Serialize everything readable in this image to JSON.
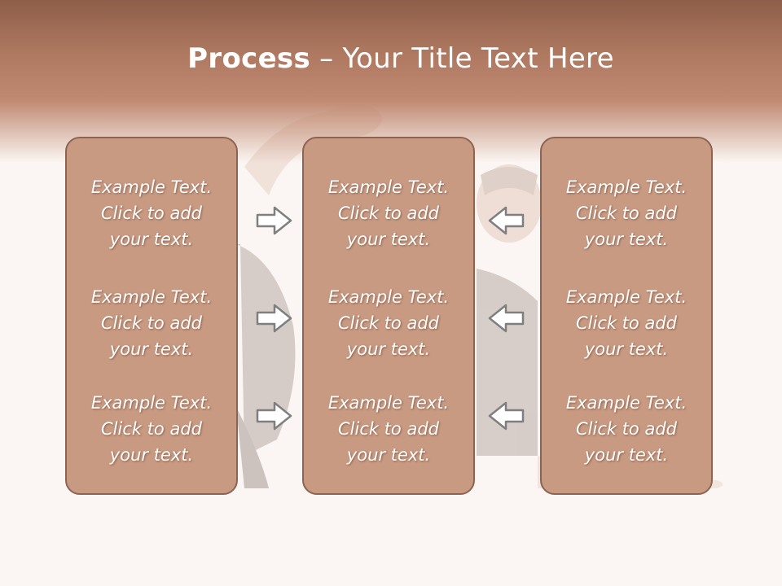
{
  "slide": {
    "title_bold": "Process",
    "title_rest": " – Your Title Text Here"
  },
  "columns": [
    {
      "blocks": [
        {
          "line1": "Example Text.",
          "line2": "Click  to add",
          "line3": "your text."
        },
        {
          "line1": "Example Text.",
          "line2": "Click  to add",
          "line3": "your text."
        },
        {
          "line1": "Example Text.",
          "line2": "Click  to add",
          "line3": "your text."
        }
      ]
    },
    {
      "blocks": [
        {
          "line1": "Example Text.",
          "line2": "Click  to add",
          "line3": "your text."
        },
        {
          "line1": "Example Text.",
          "line2": "Click  to add",
          "line3": "your text."
        },
        {
          "line1": "Example Text.",
          "line2": "Click  to add",
          "line3": "your text."
        }
      ]
    },
    {
      "blocks": [
        {
          "line1": "Example Text.",
          "line2": "Click  to add",
          "line3": "your text."
        },
        {
          "line1": "Example Text.",
          "line2": "Click  to add",
          "line3": "your text."
        },
        {
          "line1": "Example Text.",
          "line2": "Click  to add",
          "line3": "your text."
        }
      ]
    }
  ],
  "arrows": {
    "left_group": "arrow-right-icon",
    "right_group": "arrow-left-icon"
  },
  "colors": {
    "header": "#b07a62",
    "box_fill": "#c89a82",
    "box_border": "#8d6452",
    "text": "#ffffff"
  }
}
